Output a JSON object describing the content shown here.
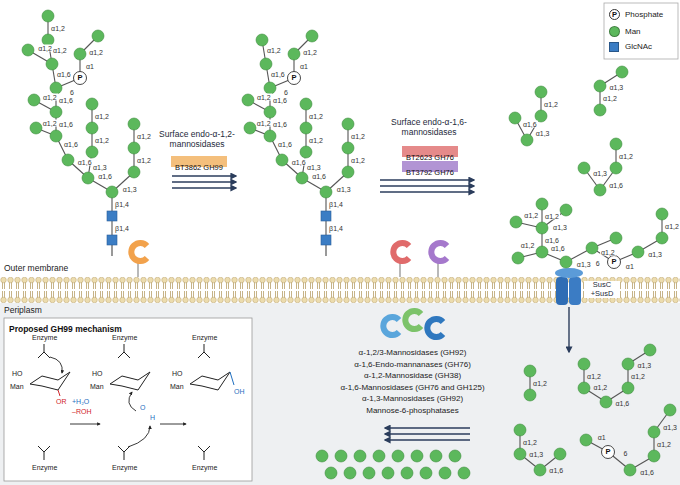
{
  "diagram": {
    "nodes": [
      {
        "text": [
          "BT3862 GH99"
        ]
      },
      {
        "text": [
          "BT2623 GH76"
        ]
      },
      {
        "text": [
          "BT3792 GH76"
        ]
      },
      {
        "text": [
          "Proposed GH99 mechanism"
        ]
      }
    ],
    "labels": [
      "β1,4",
      "β1,4",
      "α1,6",
      "α1,3",
      "α1,2",
      "α1,2",
      "α1,6",
      "α1,3",
      "α1,2",
      "α1,6",
      "α1,2",
      "α1,6",
      "α1,2",
      "α1,6",
      "6",
      "P",
      "α1",
      "α1,6",
      "α1,2",
      "α1,2",
      "α1,2",
      "α1,2",
      "α1,2",
      "β1,4",
      "β1,4",
      "α1,6",
      "α1,3",
      "α1,2",
      "α1,2",
      "α1,6",
      "α1,3",
      "α1,2",
      "α1,6",
      "α1,2",
      "α1,6",
      "α1,2",
      "α1,6",
      "6",
      "P",
      "α1",
      "α1,6",
      "α1,2",
      "α1,2",
      "α1,2",
      "α1,6",
      "α1,3",
      "α1,2",
      "α1,2",
      "α1,3",
      "α1,3",
      "α1,6",
      "α1,2",
      "α1,6",
      "α1,2",
      "α1,6",
      "α1,2",
      "α1,3",
      "α1,3",
      "α1,2",
      "6",
      "P",
      "α1",
      "α1,3",
      "α1,2",
      "α1,2",
      "α1,2",
      "α1,6",
      "α1,2",
      "α1,3",
      "α1,2",
      "α1,6",
      "α1,2",
      "α1,3",
      "6",
      "P",
      "α1",
      "α1,3",
      "α1,6",
      "α1,2",
      "α1,2",
      "P",
      "Surface endo-α-1,2-mannosidases",
      "Surface endo-α-1,6-mannosidases",
      "Outer membrane",
      "Periplasm",
      "SusC +SusD",
      "α-1,2/3-Mannosidases (GH92)",
      "α-1,6-Endo-mannanases (GH76)",
      "α-1,2-Mannosidase (GH38)",
      "α-1,6-Mannosidases (GH76 and GH125)",
      "α-1,3-Mannosidases (GH92)",
      "Mannose-6-phosphatases",
      "Enzyme",
      "HO",
      "Man",
      "OR",
      "Enzyme",
      "+H₂O",
      "–ROH",
      "Enzyme",
      "HO",
      "Man",
      "O",
      "H",
      "Enzyme",
      "Enzyme",
      "HO",
      "Man",
      "OH",
      "Enzyme"
    ],
    "legend": [
      {
        "text": "Phosphate"
      },
      {
        "text": "Man",
        "color": "#5cb85c"
      },
      {
        "text": "GlcNAc",
        "color": "#3b7dc4"
      }
    ]
  }
}
